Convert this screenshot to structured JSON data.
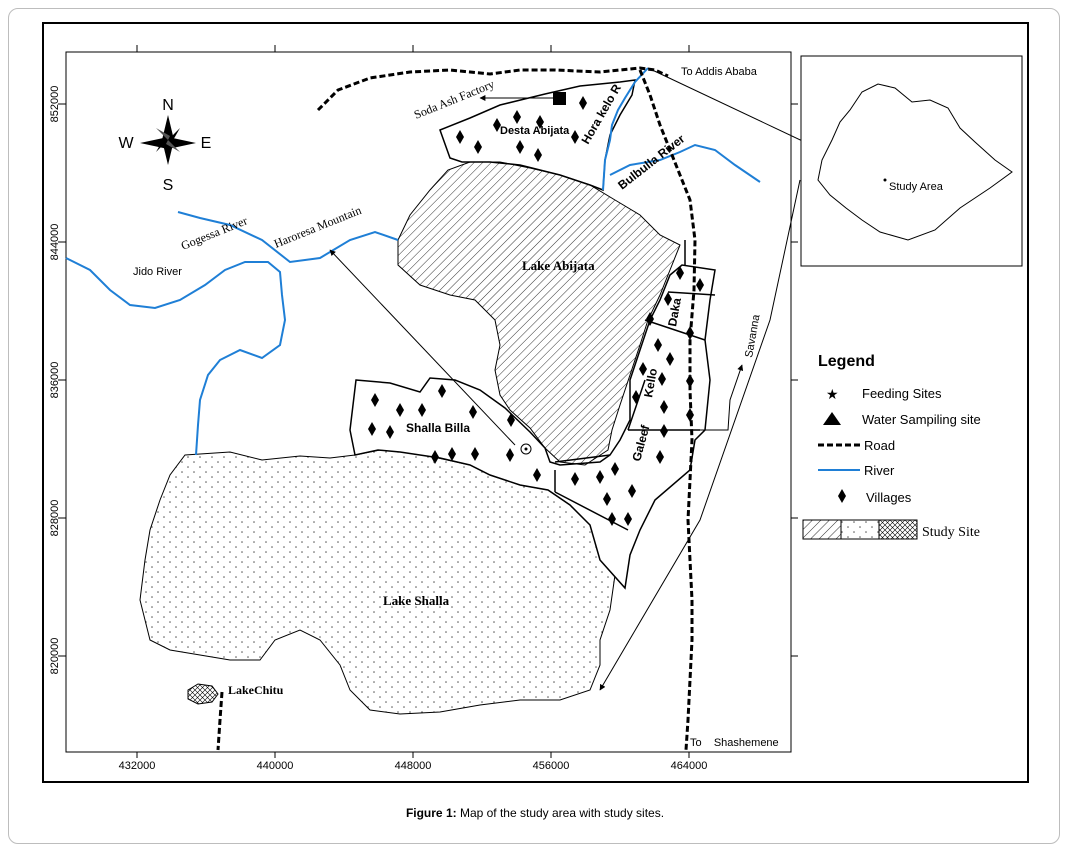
{
  "caption": {
    "label": "Figure 1:",
    "text": "Map of the study area with study sites."
  },
  "axes": {
    "x_ticks": [
      "432000",
      "440000",
      "448000",
      "456000",
      "464000"
    ],
    "y_ticks": [
      "852000",
      "844000",
      "836000",
      "828000",
      "820000"
    ]
  },
  "compass": {
    "n": "N",
    "s": "S",
    "e": "E",
    "w": "W"
  },
  "labels": {
    "lake_abijata": "Lake Abijata",
    "lake_shalla": "Lake Shalla",
    "lake_chitu": "LakeChitu",
    "shalla_billa": "Shalla Billa",
    "desta_abijata": "Desta Abijata",
    "horakelo": "Hora kelo R",
    "bulbulla": "Bulbulla River",
    "daka": "Daka",
    "kello": "Kello",
    "galeef": "Galeef",
    "gogessa": "Gogessa River",
    "haroresa": "Haroresa Mountain",
    "jido": "Jido River",
    "soda_ash": "Soda Ash Factory",
    "to_addis": "To Addis Ababa",
    "to_shashemene": "To    Shashemene",
    "savanna": "Savanna",
    "study_area": "Study Area"
  },
  "legend": {
    "title": "Legend",
    "items": [
      {
        "symbol": "star",
        "label": "Feeding Sites"
      },
      {
        "symbol": "triangle",
        "label": "Water Sampiling site"
      },
      {
        "symbol": "road",
        "label": "Road"
      },
      {
        "symbol": "river",
        "label": "River"
      },
      {
        "symbol": "village",
        "label": "Villages"
      }
    ],
    "study_site": "Study Site"
  },
  "colors": {
    "river": "#1f7fd6",
    "ink": "#000000",
    "stipple": "#808080"
  }
}
